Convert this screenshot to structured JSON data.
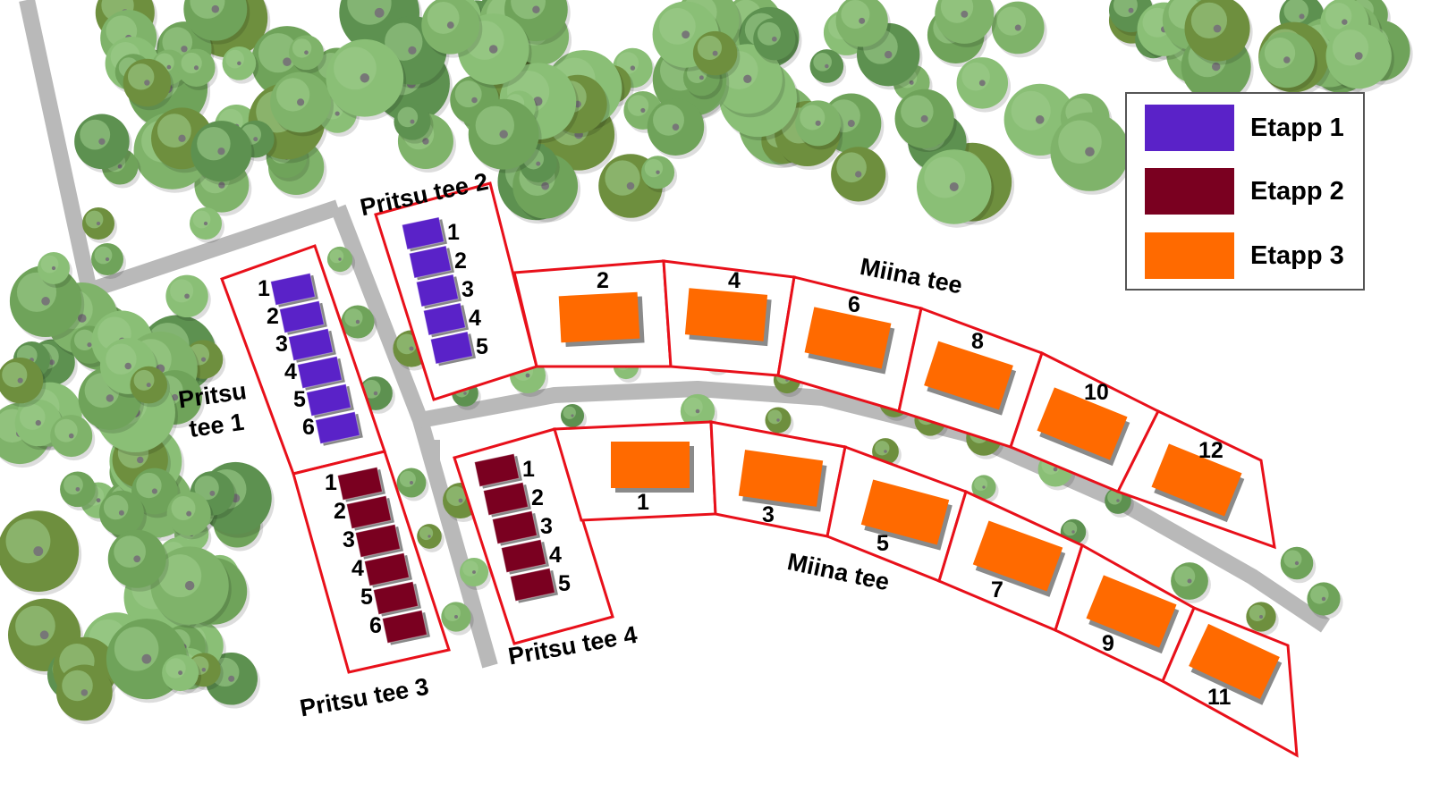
{
  "legend": [
    {
      "label": "Etapp 1",
      "color": "#5a22c8"
    },
    {
      "label": "Etapp 2",
      "color": "#7a0020"
    },
    {
      "label": "Etapp 3",
      "color": "#ff6a00"
    }
  ],
  "streets": {
    "pritsu_tee_1": "Pritsu tee 1",
    "pritsu_tee_2": "Pritsu tee 2",
    "pritsu_tee_3": "Pritsu tee 3",
    "pritsu_tee_4": "Pritsu tee 4",
    "miina_tee_north": "Miina tee",
    "miina_tee_south": "Miina tee"
  },
  "blocks": {
    "pritsu_tee_1": {
      "etapp": "Etapp 1",
      "units": [
        "1",
        "2",
        "3",
        "4",
        "5",
        "6"
      ]
    },
    "pritsu_tee_2": {
      "etapp": "Etapp 1",
      "units": [
        "1",
        "2",
        "3",
        "4",
        "5"
      ]
    },
    "pritsu_tee_3": {
      "etapp": "Etapp 2",
      "units": [
        "1",
        "2",
        "3",
        "4",
        "5",
        "6"
      ]
    },
    "pritsu_tee_4": {
      "etapp": "Etapp 2",
      "units": [
        "1",
        "2",
        "3",
        "4",
        "5"
      ]
    }
  },
  "miina_lots": {
    "etapp": "Etapp 3",
    "north": [
      "2",
      "4",
      "6",
      "8",
      "10",
      "12"
    ],
    "south": [
      "1",
      "3",
      "5",
      "7",
      "9",
      "11"
    ]
  },
  "colors": {
    "plot_border": "#e8101a",
    "road": "#b9b9b9"
  }
}
